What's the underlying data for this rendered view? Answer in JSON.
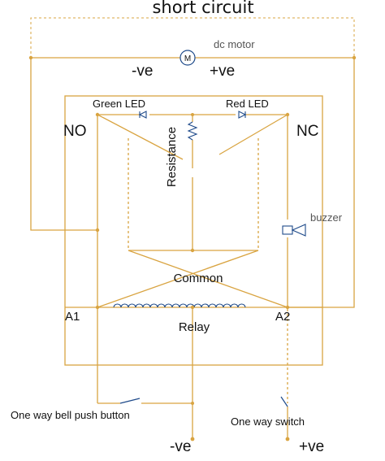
{
  "title": "short circuit",
  "motor": {
    "label": "dc motor",
    "symbol": "M",
    "neg": "-ve",
    "pos": "+ve"
  },
  "leds": {
    "green": "Green LED",
    "red": "Red LED"
  },
  "relay_contacts": {
    "no": "NO",
    "nc": "NC",
    "common": "Common"
  },
  "resistance": "Resistance",
  "buzzer": "buzzer",
  "relay": {
    "a1": "A1",
    "a2": "A2",
    "label": "Relay"
  },
  "push_button": "One way bell push button",
  "switch": "One way switch",
  "supply": {
    "neg": "-ve",
    "pos": "+ve"
  },
  "colors": {
    "wire": "#D9A441",
    "symbol": "#1E4A8A",
    "text": "#111111"
  }
}
